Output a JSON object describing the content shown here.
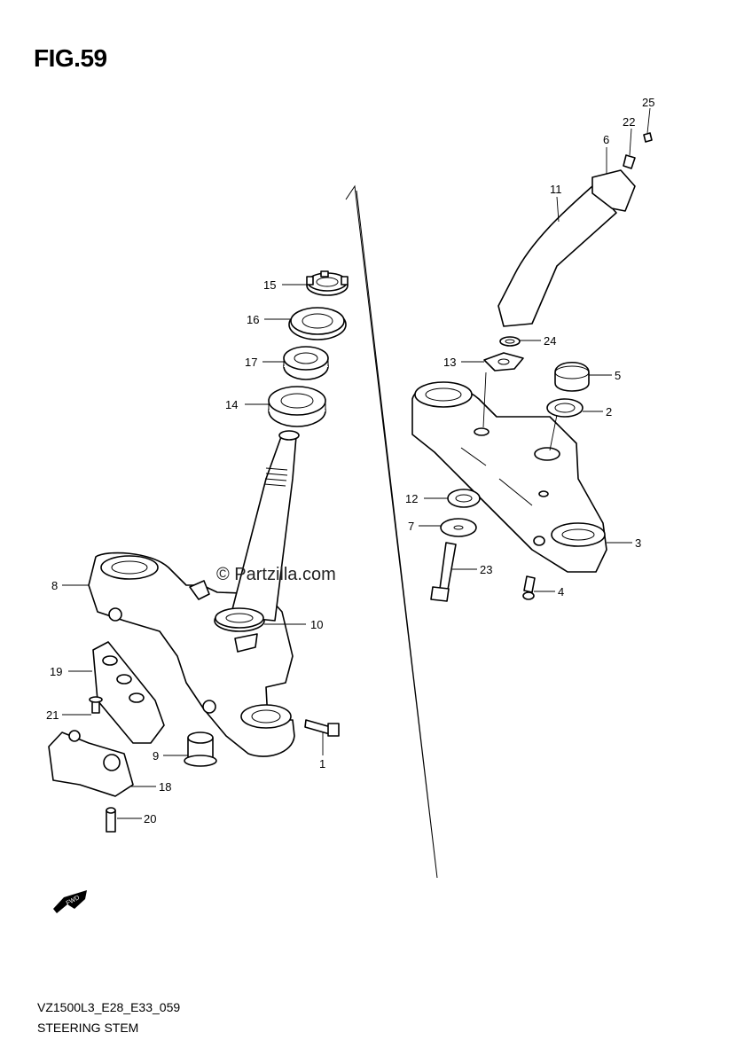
{
  "figure": {
    "title": "FIG.59",
    "model_code": "VZ1500L3_E28_E33_059",
    "section_name": "STEERING STEM",
    "watermark": "© Partzilla.com",
    "fwd_label": "FWD"
  },
  "callouts": [
    {
      "id": "c1",
      "label": "1"
    },
    {
      "id": "c2",
      "label": "2"
    },
    {
      "id": "c3",
      "label": "3"
    },
    {
      "id": "c4",
      "label": "4"
    },
    {
      "id": "c5",
      "label": "5"
    },
    {
      "id": "c6",
      "label": "6"
    },
    {
      "id": "c7",
      "label": "7"
    },
    {
      "id": "c8",
      "label": "8"
    },
    {
      "id": "c9",
      "label": "9"
    },
    {
      "id": "c10",
      "label": "10"
    },
    {
      "id": "c11",
      "label": "11"
    },
    {
      "id": "c12",
      "label": "12"
    },
    {
      "id": "c13",
      "label": "13"
    },
    {
      "id": "c14",
      "label": "14"
    },
    {
      "id": "c15",
      "label": "15"
    },
    {
      "id": "c16",
      "label": "16"
    },
    {
      "id": "c17",
      "label": "17"
    },
    {
      "id": "c18",
      "label": "18"
    },
    {
      "id": "c19",
      "label": "19"
    },
    {
      "id": "c20",
      "label": "20"
    },
    {
      "id": "c21",
      "label": "21"
    },
    {
      "id": "c22",
      "label": "22"
    },
    {
      "id": "c23",
      "label": "23"
    },
    {
      "id": "c24",
      "label": "24"
    },
    {
      "id": "c25",
      "label": "25"
    }
  ]
}
